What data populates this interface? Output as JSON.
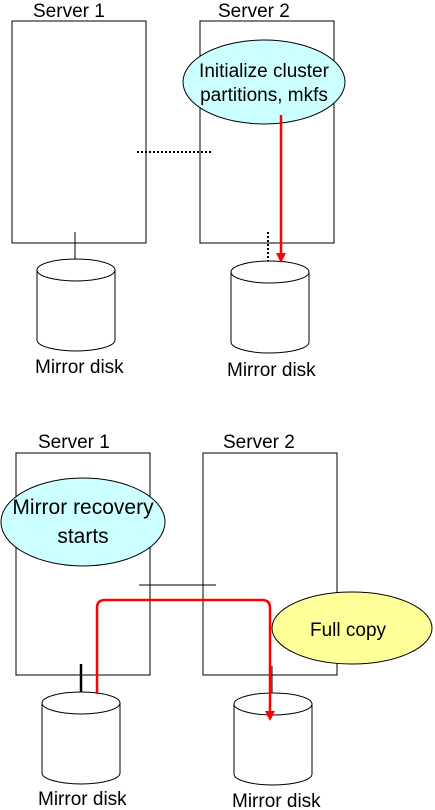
{
  "panel_top": {
    "server1_label": "Server 1",
    "server2_label": "Server 2",
    "bubble_line1": "Initialize cluster",
    "bubble_line2": "partitions, mkfs",
    "disk1_label": "Mirror disk",
    "disk2_label": "Mirror disk"
  },
  "panel_bottom": {
    "server1_label": "Server 1",
    "server2_label": "Server 2",
    "bubble_line1_a": "Mirror ",
    "bubble_line1_b": "recovery",
    "bubble_line2": "starts",
    "copy_label": "Full copy",
    "disk1_label": "Mirror disk",
    "disk2_label": "Mirror disk"
  },
  "colors": {
    "arrow": "#ff0000",
    "bubble_cyan": "#ccffff",
    "bubble_yellow": "#ffff99",
    "outline": "#000000"
  }
}
